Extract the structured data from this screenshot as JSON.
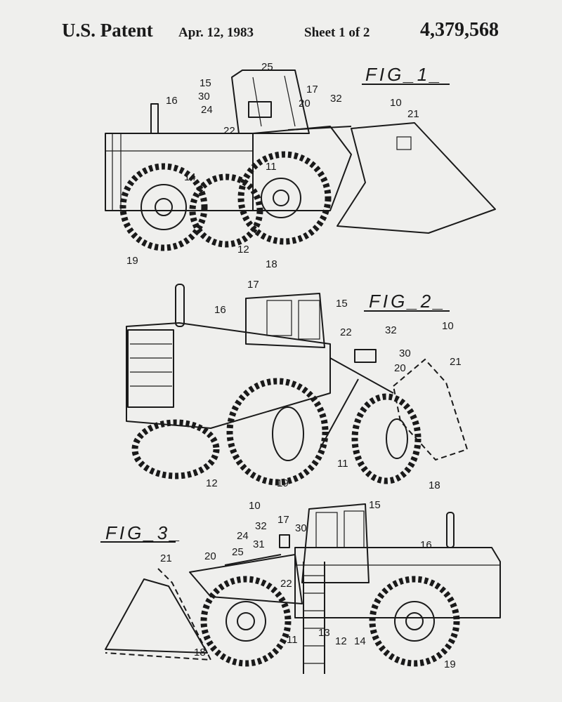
{
  "header": {
    "title": "U.S. Patent",
    "date": "Apr. 12, 1983",
    "sheet": "Sheet 1 of 2",
    "patent_number": "4,379,568"
  },
  "figures": [
    {
      "label": "FIG_1_",
      "refs": [
        "25",
        "15",
        "17",
        "30",
        "32",
        "24",
        "20",
        "10",
        "21",
        "16",
        "22",
        "14",
        "11",
        "12",
        "19",
        "18"
      ]
    },
    {
      "label": "FIG_2_",
      "refs": [
        "17",
        "15",
        "16",
        "22",
        "32",
        "10",
        "30",
        "20",
        "21",
        "12",
        "19",
        "11",
        "18"
      ]
    },
    {
      "label": "FIG_3_",
      "refs": [
        "10",
        "17",
        "15",
        "16",
        "32",
        "30",
        "24",
        "31",
        "25",
        "20",
        "21",
        "22",
        "13",
        "12",
        "14",
        "18",
        "11",
        "19"
      ]
    }
  ]
}
